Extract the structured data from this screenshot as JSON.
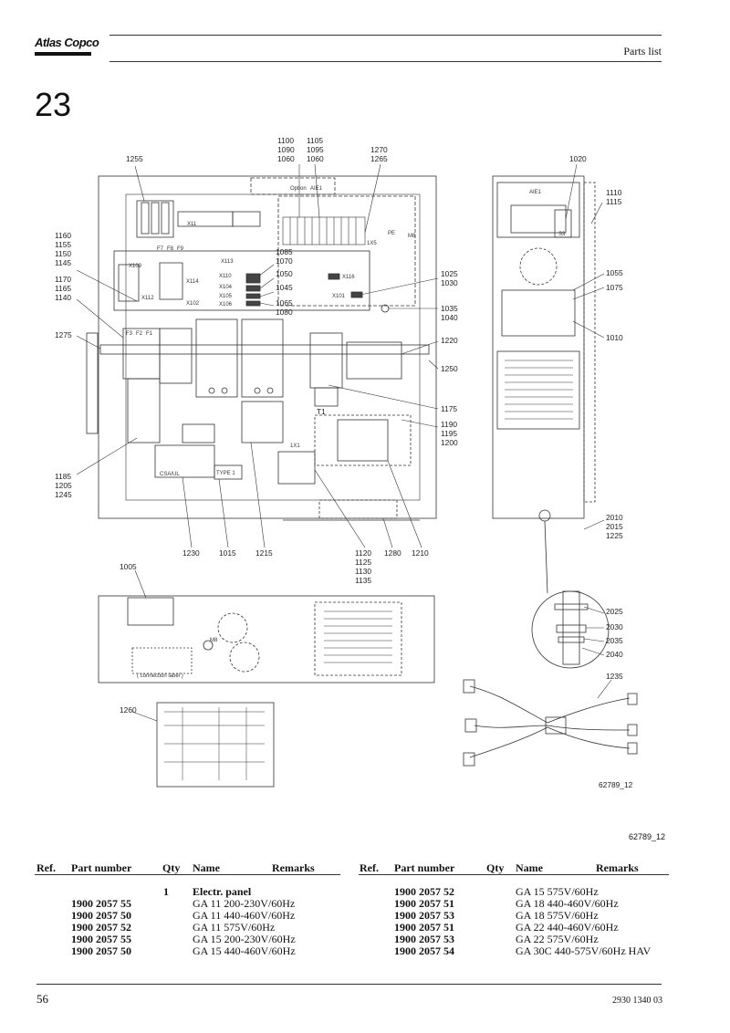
{
  "brand": {
    "logo_text": "Atlas Copco"
  },
  "header": {
    "title": "Parts list"
  },
  "section": {
    "number": "23"
  },
  "drawing": {
    "ref": "62789_12",
    "inner_ref": "62789_12",
    "labels": {
      "l1100": "1100",
      "l1090": "1090",
      "l1060a": "1060",
      "l1105": "1105",
      "l1095": "1095",
      "l1060b": "1060",
      "l1270": "1270",
      "l1265": "1265",
      "l1255": "1255",
      "l1020": "1020",
      "l1110": "1110",
      "l1115": "1115",
      "l1160": "1160",
      "l1155": "1155",
      "l1150": "1150",
      "l1145": "1145",
      "l1170": "1170",
      "l1165": "1165",
      "l1140": "1140",
      "l1085": "1085",
      "l1070": "1070",
      "l1050": "1050",
      "l1045": "1045",
      "l1065": "1065",
      "l1080": "1080",
      "l1025": "1025",
      "l1030": "1030",
      "l1035": "1035",
      "l1040": "1040",
      "l1055": "1055",
      "l1075": "1075",
      "l1010": "1010",
      "l1275": "1275",
      "l1220": "1220",
      "l1250": "1250",
      "l1175": "1175",
      "l1190": "1190",
      "l1195": "1195",
      "l1200": "1200",
      "l1185": "1185",
      "l1205": "1205",
      "l1245": "1245",
      "l1230": "1230",
      "l1015": "1015",
      "l1215": "1215",
      "l1120": "1120",
      "l1125": "1125",
      "l1130": "1130",
      "l1135": "1135",
      "l1280": "1280",
      "l1210": "1210",
      "l2010": "2010",
      "l2015": "2015",
      "l1225": "1225",
      "l1005": "1005",
      "l2025": "2025",
      "l2030": "2030",
      "l2035": "2035",
      "l2040": "2040",
      "l1235": "1235",
      "l1260": "1260"
    },
    "tags": {
      "option": "Option",
      "aie1": "AIE1",
      "aie1b": "AIE1",
      "x113": "X113",
      "x110": "X110",
      "x104": "X104",
      "x105": "X105",
      "x106": "X106",
      "x109": "X109",
      "x114": "X114",
      "x112": "X112",
      "x102": "X102",
      "x116": "X116",
      "x101": "X101",
      "x115": "1X5",
      "pe": "PE",
      "m8": "M8",
      "f7": "F7",
      "f8": "F8",
      "f9": "F9",
      "f3": "F3",
      "f2": "F2",
      "f1": "F1",
      "t1": "T1",
      "x11": "X11",
      "ix1": "1X1",
      "csaul": "CSA/UL",
      "type1": "TYPE 1",
      "s3": "S3",
      "conn_label": "( connection label )",
      "m8b": "M8"
    }
  },
  "table": {
    "headers": {
      "ref": "Ref.",
      "part": "Part number",
      "qty": "Qty",
      "name": "Name",
      "remarks": "Remarks"
    },
    "left": [
      {
        "part": "",
        "qty": "1",
        "name": "Electr. panel"
      },
      {
        "part": "1900 2057 55",
        "qty": "",
        "name": "GA 11 200-230V/60Hz"
      },
      {
        "part": "1900 2057 50",
        "qty": "",
        "name": "GA 11 440-460V/60Hz"
      },
      {
        "part": "1900 2057 52",
        "qty": "",
        "name": "GA 11 575V/60Hz"
      },
      {
        "part": "1900 2057 55",
        "qty": "",
        "name": "GA 15 200-230V/60Hz"
      },
      {
        "part": "1900 2057 50",
        "qty": "",
        "name": "GA 15 440-460V/60Hz"
      }
    ],
    "right": [
      {
        "part": "1900 2057 52",
        "qty": "",
        "name": "GA 15 575V/60Hz"
      },
      {
        "part": "1900 2057 51",
        "qty": "",
        "name": "GA 18 440-460V/60Hz"
      },
      {
        "part": "1900 2057 53",
        "qty": "",
        "name": "GA 18 575V/60Hz"
      },
      {
        "part": "1900 2057 51",
        "qty": "",
        "name": "GA 22 440-460V/60Hz"
      },
      {
        "part": "1900 2057 53",
        "qty": "",
        "name": "GA 22 575V/60Hz"
      },
      {
        "part": "1900 2057 54",
        "qty": "",
        "name": "GA 30C 440-575V/60Hz HAV"
      }
    ]
  },
  "footer": {
    "page": "56",
    "doc_number": "2930 1340 03"
  }
}
